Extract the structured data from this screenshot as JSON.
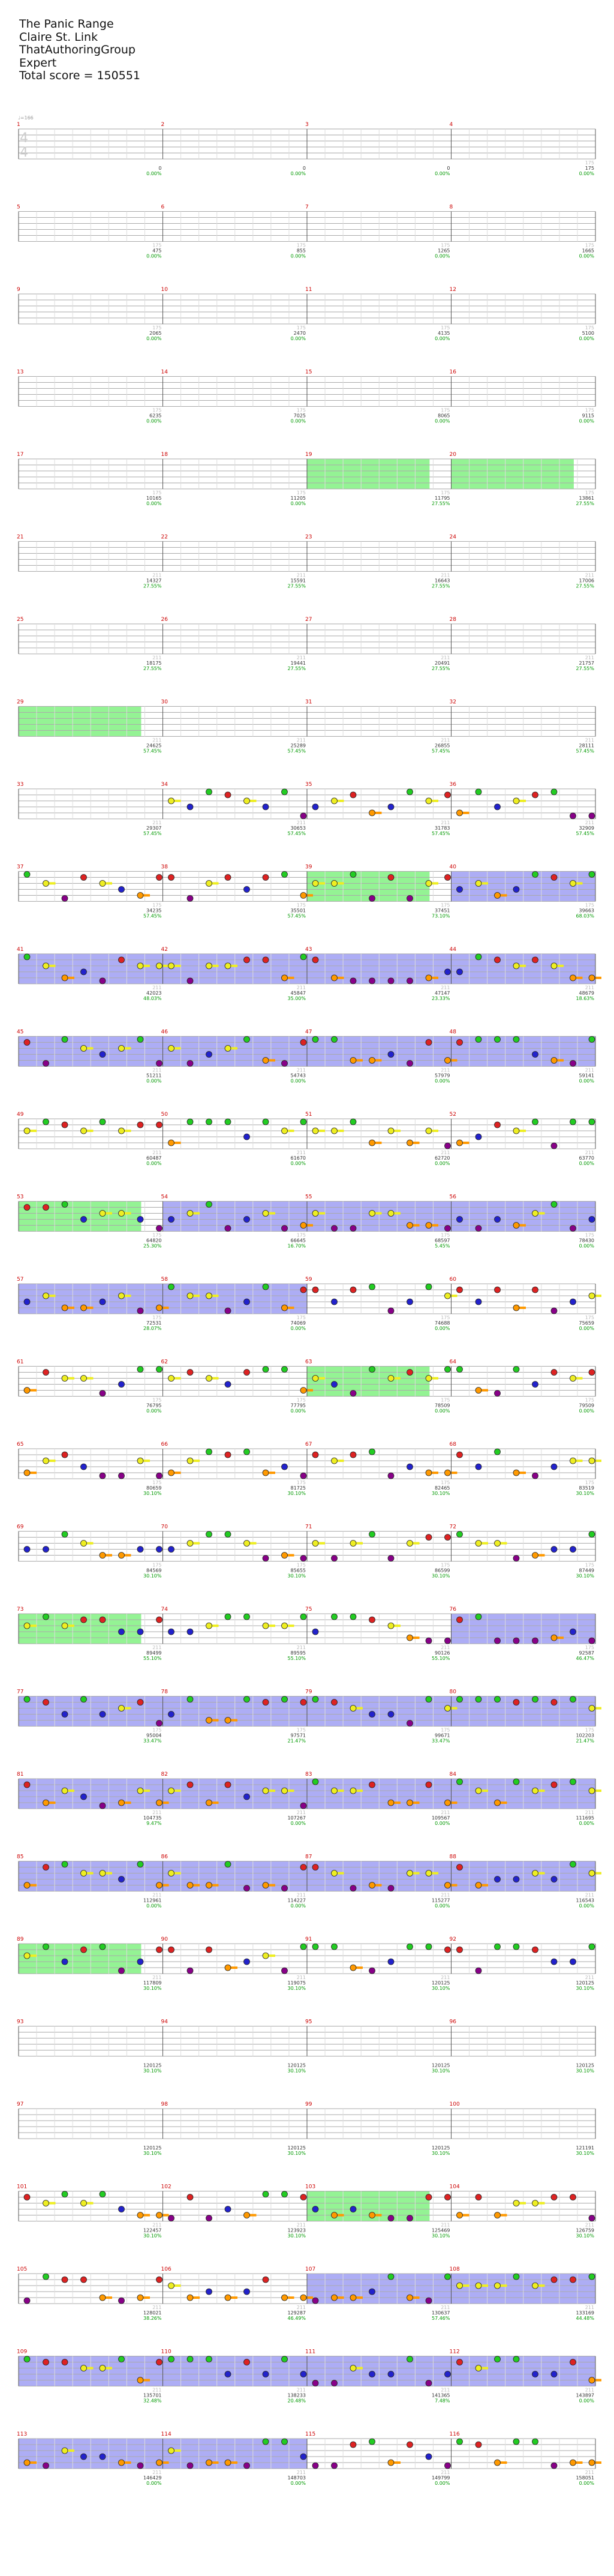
{
  "song": {
    "title": "The Panic Range",
    "artist": "Claire St. Link",
    "charter": "ThatAuthoringGroup",
    "difficulty": "Expert",
    "total_score_text": "Total score = 150551"
  },
  "time_signature": {
    "numerator": "4",
    "denominator": "4"
  },
  "bpm_marker": "♩=166",
  "measure_numbers": [
    "1",
    "2",
    "3",
    "4",
    "5",
    "6",
    "7",
    "8",
    "9",
    "10",
    "11",
    "12",
    "13",
    "14",
    "15",
    "16",
    "17",
    "18",
    "19",
    "20",
    "21",
    "22",
    "23",
    "24",
    "25",
    "26",
    "27",
    "28",
    "29",
    "30",
    "31",
    "32",
    "33",
    "34",
    "35",
    "36",
    "37",
    "38",
    "39",
    "40",
    "41",
    "42",
    "43",
    "44",
    "45",
    "46",
    "47",
    "48",
    "49",
    "50",
    "51",
    "52",
    "53",
    "54",
    "55",
    "56",
    "57",
    "58",
    "59",
    "60",
    "61",
    "62",
    "63",
    "64",
    "65",
    "66",
    "67",
    "68",
    "69",
    "70",
    "71",
    "72",
    "73",
    "74",
    "75",
    "76",
    "77",
    "78",
    "79",
    "80",
    "81",
    "82",
    "83",
    "84",
    "85",
    "86",
    "87",
    "88",
    "89",
    "90",
    "91",
    "92",
    "93",
    "94",
    "95",
    "96",
    "97",
    "98",
    "99",
    "100",
    "101",
    "102",
    "103",
    "104",
    "105",
    "106",
    "107",
    "108",
    "109",
    "110",
    "111",
    "112",
    "113",
    "114",
    "115",
    "116"
  ],
  "measure_scores": [
    "0",
    "0",
    "0",
    "175",
    "475",
    "855",
    "1265",
    "1665",
    "2065",
    "2470",
    "4135",
    "5100",
    "6235",
    "7025",
    "8065",
    "9115",
    "10165",
    "11205",
    "11795",
    "13861",
    "14327",
    "15591",
    "16643",
    "17006",
    "18175",
    "19441",
    "20491",
    "21757",
    "24625",
    "25289",
    "26855",
    "28111",
    "29307",
    "30653",
    "31783",
    "32909",
    "34235",
    "35501",
    "37451",
    "39663",
    "42023",
    "45847",
    "47147",
    "48679",
    "51211",
    "54743",
    "57979",
    "59141",
    "60487",
    "61670",
    "62720",
    "63770",
    "64820",
    "66645",
    "68597",
    "78430",
    "72531",
    "74069",
    "74688",
    "75659",
    "76795",
    "77795",
    "78509",
    "79509",
    "80659",
    "81725",
    "82465",
    "83519",
    "84569",
    "85655",
    "86599",
    "87449",
    "89499",
    "89595",
    "90126",
    "92587",
    "95004",
    "97571",
    "99671",
    "102203",
    "104735",
    "107267",
    "109567",
    "111695",
    "112961",
    "114227",
    "115277",
    "116543",
    "117809",
    "119075",
    "120125",
    "120125",
    "120125",
    "120125",
    "120125",
    "120125",
    "120125",
    "120125",
    "120125",
    "121191",
    "122457",
    "123923",
    "125469",
    "126759",
    "128021",
    "129287",
    "130637",
    "133169",
    "135701",
    "138233",
    "141365",
    "143897",
    "146429",
    "148703",
    "149799",
    "158051"
  ],
  "measure_pcts": [
    "0.00%",
    "0.00%",
    "0.00%",
    "0.00%",
    "0.00%",
    "0.00%",
    "0.00%",
    "0.00%",
    "0.00%",
    "0.00%",
    "0.00%",
    "0.00%",
    "0.00%",
    "0.00%",
    "0.00%",
    "0.00%",
    "0.00%",
    "0.00%",
    "27.55%",
    "27.55%",
    "27.55%",
    "27.55%",
    "27.55%",
    "27.55%",
    "27.55%",
    "27.55%",
    "27.55%",
    "27.55%",
    "57.45%",
    "57.45%",
    "57.45%",
    "57.45%",
    "57.45%",
    "57.45%",
    "57.45%",
    "57.45%",
    "57.45%",
    "57.45%",
    "73.10%",
    "68.03%",
    "48.03%",
    "35.00%",
    "23.33%",
    "18.63%",
    "0.00%",
    "0.00%",
    "0.00%",
    "0.00%",
    "0.00%",
    "0.00%",
    "0.00%",
    "0.00%",
    "25.30%",
    "16.70%",
    "5.45%",
    "0.00%",
    "28.07%",
    "0.00%",
    "0.00%",
    "0.00%",
    "0.00%",
    "0.00%",
    "0.00%",
    "0.00%",
    "30.10%",
    "30.10%",
    "30.10%",
    "30.10%",
    "30.10%",
    "30.10%",
    "30.10%",
    "30.10%",
    "55.10%",
    "55.10%",
    "55.10%",
    "46.47%",
    "33.47%",
    "21.47%",
    "33.47%",
    "21.47%",
    "9.47%",
    "0.00%",
    "0.00%",
    "0.00%",
    "0.00%",
    "0.00%",
    "0.00%",
    "0.00%",
    "30.10%",
    "30.10%",
    "30.10%",
    "30.10%",
    "30.10%",
    "30.10%",
    "30.10%",
    "30.10%",
    "30.10%",
    "30.10%",
    "30.10%",
    "30.10%",
    "30.10%",
    "30.10%",
    "30.10%",
    "30.10%",
    "38.26%",
    "46.49%",
    "57.46%",
    "44.48%",
    "32.48%",
    "20.48%",
    "7.48%",
    "0.00%",
    "0.00%",
    "0.00%",
    "0.00%",
    "0.00%"
  ],
  "measure_multipliers": [
    "",
    "",
    "",
    "175",
    "175",
    "175",
    "175",
    "175",
    "175",
    "175",
    "175",
    "175",
    "175",
    "175",
    "175",
    "175",
    "175",
    "175",
    "175",
    "175",
    "211",
    "211",
    "211",
    "211",
    "211",
    "211",
    "211",
    "211",
    "211",
    "211",
    "211",
    "211",
    "211",
    "211",
    "211",
    "211",
    "175",
    "175",
    "175",
    "175",
    "211",
    "211",
    "211",
    "211",
    "211",
    "211",
    "211",
    "211",
    "211",
    "211",
    "211",
    "211",
    "175",
    "175",
    "175",
    "175",
    "175",
    "175",
    "175",
    "175",
    "175",
    "175",
    "175",
    "175",
    "175",
    "175",
    "175",
    "175",
    "175",
    "175",
    "175",
    "175",
    "211",
    "211",
    "211",
    "175",
    "175",
    "175",
    "175",
    "175",
    "211",
    "211",
    "211",
    "211",
    "211",
    "211",
    "211",
    "211",
    "211",
    "211",
    "211",
    "211",
    "",
    "",
    "",
    "",
    "",
    "",
    "",
    "",
    "211",
    "211",
    "211",
    "211",
    "211",
    "211",
    "211",
    "211",
    "211",
    "211",
    "211",
    "211",
    "211",
    "211",
    "211",
    "211"
  ],
  "lane_colors": {
    "green": "#22cc22",
    "red": "#dd2222",
    "yellow": "#eeee22",
    "blue": "#2222cc",
    "orange": "#ff9900",
    "purple": "#880088"
  },
  "star_power_color": "#66ee66",
  "overdrive_color": "#6666ee",
  "note_pattern": [
    [
      0,
      0,
      0,
      0,
      0,
      0,
      0,
      0,
      0,
      0,
      0,
      0,
      0,
      0,
      0,
      0,
      0,
      0,
      0,
      0,
      0,
      0,
      0,
      0,
      0,
      0,
      0,
      0,
      0,
      0,
      0,
      0,
      0,
      1,
      1,
      1,
      1,
      1,
      1,
      1,
      1,
      1,
      1,
      1,
      1,
      1,
      1,
      1,
      1,
      1,
      1,
      1,
      1,
      1,
      1,
      1,
      1,
      1,
      1,
      1,
      1,
      1,
      1,
      1,
      1,
      1,
      1,
      1,
      1,
      1,
      1,
      1,
      1,
      1,
      1,
      1,
      1,
      1,
      1,
      1,
      1,
      1,
      1,
      1,
      1,
      1,
      1,
      1,
      1,
      1,
      1,
      1,
      0,
      0,
      0,
      0,
      0,
      0,
      0,
      0,
      1,
      1,
      1,
      1,
      1,
      1,
      1,
      1,
      1,
      1,
      1,
      1,
      1,
      1,
      1,
      1,
      1,
      1
    ]
  ]
}
